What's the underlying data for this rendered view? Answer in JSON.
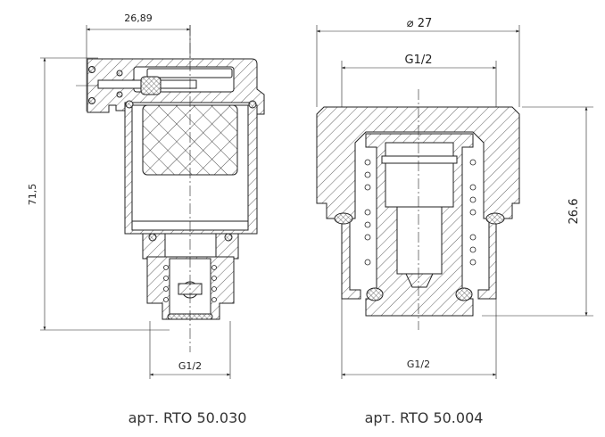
{
  "left_drawing": {
    "width_dim": "26,89",
    "height_dim": "71,5",
    "thread_dim": "G1/2",
    "caption": "арт. RTO 50.030"
  },
  "right_drawing": {
    "diameter_dim": "⌀ 27",
    "top_thread_dim": "G1/2",
    "height_dim": "26.6",
    "bottom_thread_dim": "G1/2",
    "caption": "арт. RTO 50.004"
  }
}
